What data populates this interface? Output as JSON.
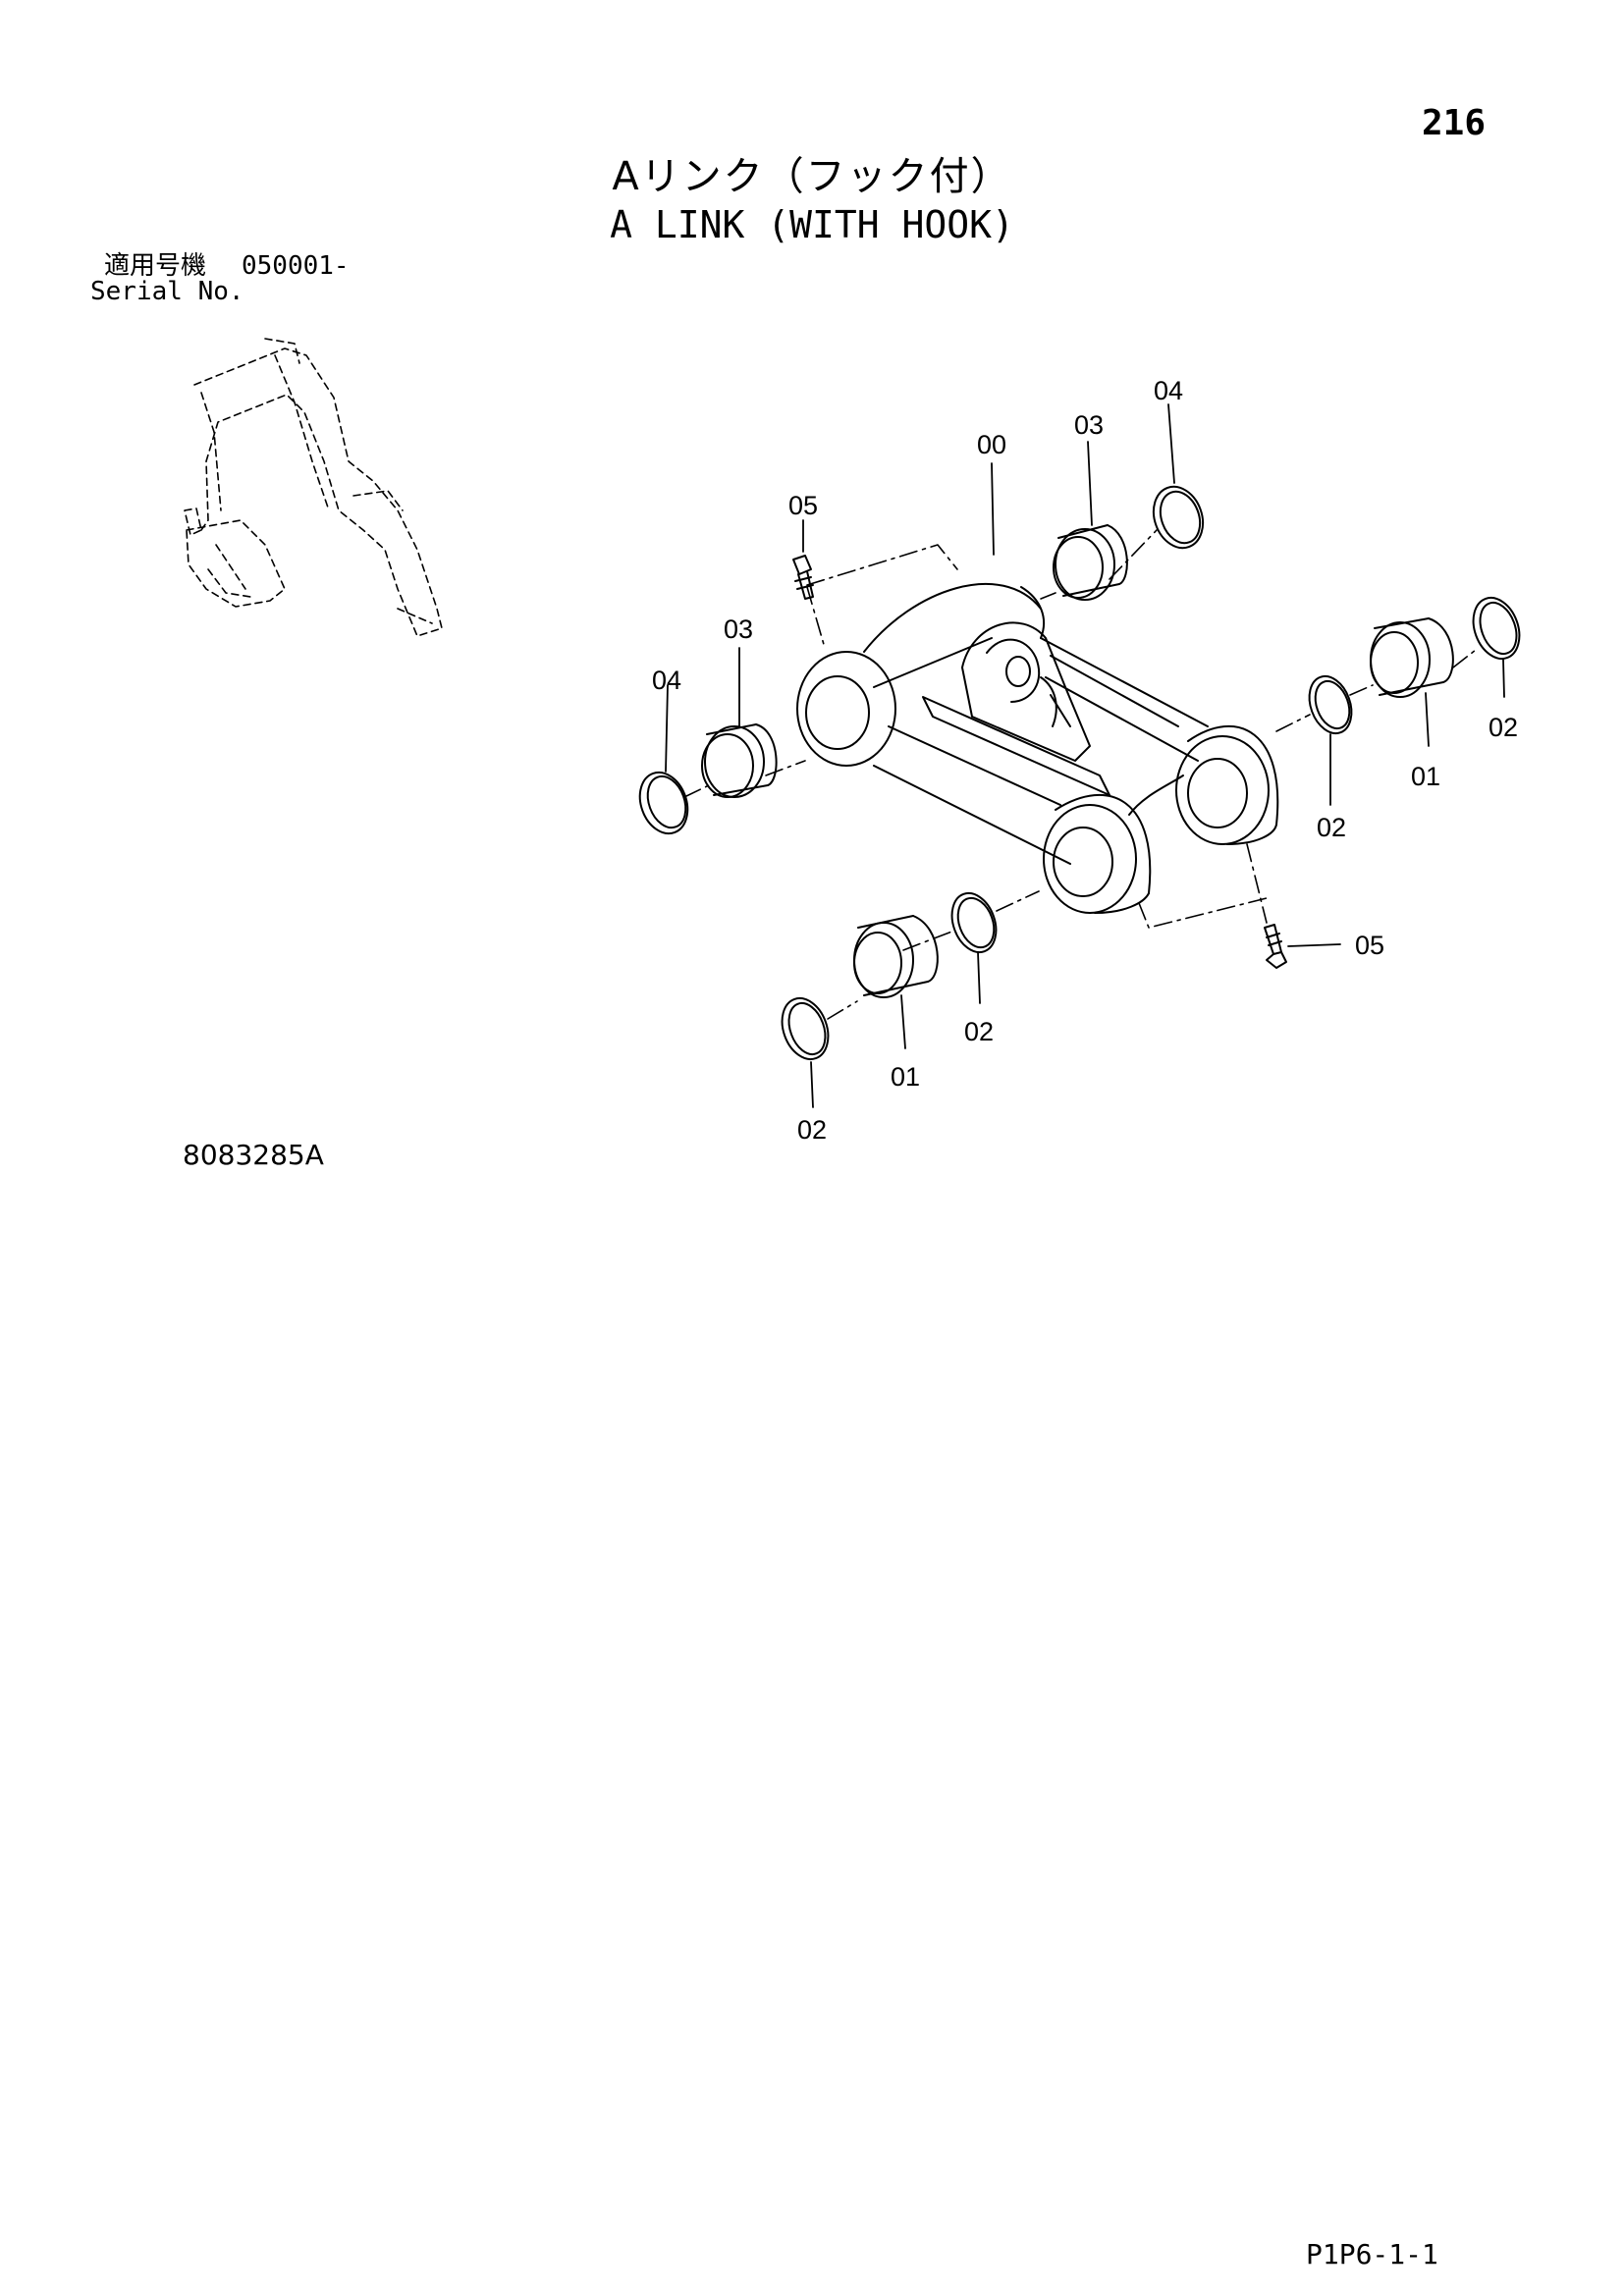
{
  "page_number": "216",
  "title": {
    "japanese": "Aリンク（フック付）",
    "english": "A LINK (WITH HOOK)"
  },
  "serial": {
    "label_jp": "適用号機",
    "value": "050001-",
    "label_en": "Serial No."
  },
  "drawing_number": "8083285A",
  "page_code": "P1P6-1-1",
  "callouts": {
    "c00": "00",
    "c01_right": "01",
    "c01_bottom": "01",
    "c02_right_outer": "02",
    "c02_right_inner": "02",
    "c02_bottom_inner": "02",
    "c02_bottom_outer": "02",
    "c03_top": "03",
    "c03_left": "03",
    "c04_top": "04",
    "c04_left": "04",
    "c05_top": "05",
    "c05_right": "05"
  }
}
